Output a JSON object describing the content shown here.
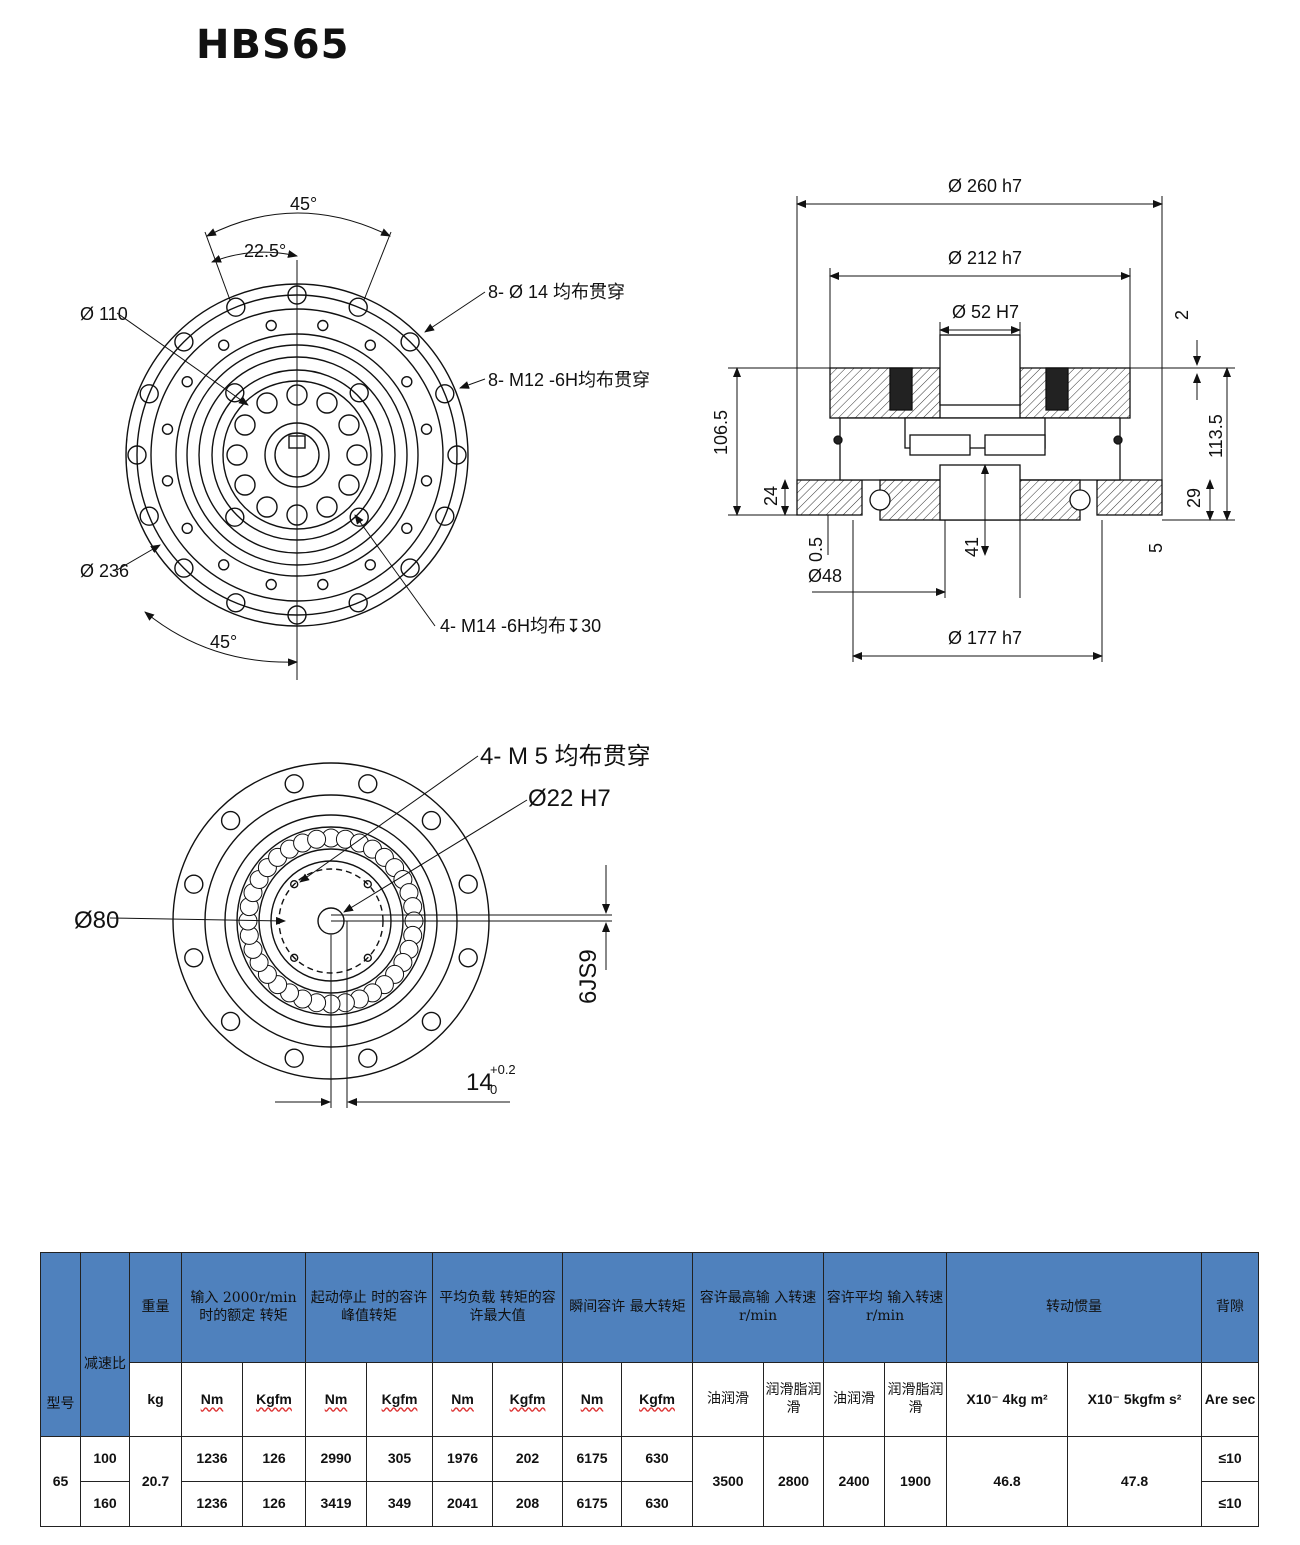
{
  "title": "HBS65",
  "drawing_labels": {
    "front": {
      "angle_45_top": "45°",
      "angle_22_5": "22.5°",
      "angle_45_bottom": "45°",
      "d110": "Ø 110",
      "d236": "Ø 236",
      "holes_through": "8- Ø 14 均布贯穿",
      "thread_through": "8- M12 -6H均布贯穿",
      "thread_depth": "4- M14 -6H均布↧30"
    },
    "side": {
      "d260": "Ø 260 h7",
      "d212": "Ø 212 h7",
      "d52": "Ø 52 H7",
      "d177": "Ø 177 h7",
      "d48": "Ø48",
      "h106_5": "106.5",
      "h113_5": "113.5",
      "h24": "24",
      "h29": "29",
      "h41": "41",
      "h2": "2",
      "h5": "5",
      "h0_5": "0.5"
    },
    "rear": {
      "thread": "4- M 5 均布贯穿",
      "d22": "Ø22 H7",
      "d80": "Ø80",
      "key": "6JS9",
      "slot": "14",
      "tol_upper": "+0.2",
      "tol_lower": "0"
    }
  },
  "table": {
    "headers": {
      "model": "型号",
      "ratio": "减速比",
      "weight": "重量",
      "rated_torque": "输入 2000r/min 时的额定 转矩",
      "start_stop": "起动停止 时的容许 峰值转矩",
      "avg_load": "平均负载 转矩的容 许最大值",
      "momentary": "瞬间容许 最大转矩",
      "max_speed": "容许最高输 入转速 r/min",
      "avg_speed": "容许平均 输入转速 r/min",
      "inertia": "转动惯量",
      "backlash": "背隙"
    },
    "units": {
      "kg": "kg",
      "nm": "Nm",
      "kgfm": "Kgfm",
      "oil": "油润滑",
      "grease": "润滑脂润滑",
      "grease2": "润滑脂润滑",
      "inertia1": "X10⁻ 4kg m²",
      "inertia2": "X10⁻ 5kgfm s²",
      "arcsec": "Are sec"
    },
    "model": "65",
    "weight": "20.7",
    "max_speed_oil": "3500",
    "max_speed_grease": "2800",
    "avg_speed_oil": "2400",
    "avg_speed_grease": "1900",
    "inertia1": "46.8",
    "inertia2": "47.8",
    "rows": [
      {
        "ratio": "100",
        "rated_nm": "1236",
        "rated_kgfm": "126",
        "start_nm": "2990",
        "start_kgfm": "305",
        "avg_nm": "1976",
        "avg_kgfm": "202",
        "mom_nm": "6175",
        "mom_kgfm": "630",
        "backlash": "≤10"
      },
      {
        "ratio": "160",
        "rated_nm": "1236",
        "rated_kgfm": "126",
        "start_nm": "3419",
        "start_kgfm": "349",
        "avg_nm": "2041",
        "avg_kgfm": "208",
        "mom_nm": "6175",
        "mom_kgfm": "630",
        "backlash": "≤10"
      }
    ]
  }
}
